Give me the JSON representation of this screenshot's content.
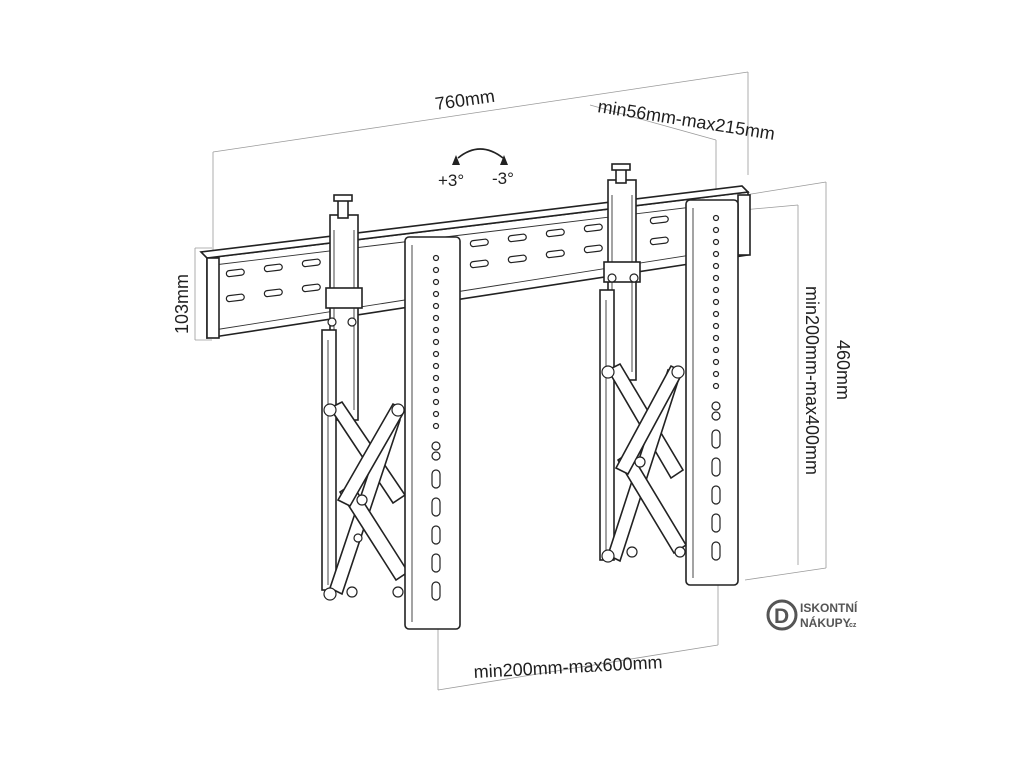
{
  "dimensions": {
    "width_total": "760mm",
    "depth": "min56mm-max215mm",
    "rail_height": "103mm",
    "height_total": "460mm",
    "vertical_spacing": "min200mm-max400mm",
    "horizontal_spacing": "min200mm-max600mm"
  },
  "tilt": {
    "up": "+3°",
    "down": "-3°"
  },
  "logo": {
    "letter": "D",
    "line1": "ISKONTNÍ",
    "line2": "NÁKUPY",
    "suffix": ".cz"
  },
  "colors": {
    "stroke": "#222222",
    "extension_lines": "#9a9a9a",
    "logo": "#555555"
  }
}
